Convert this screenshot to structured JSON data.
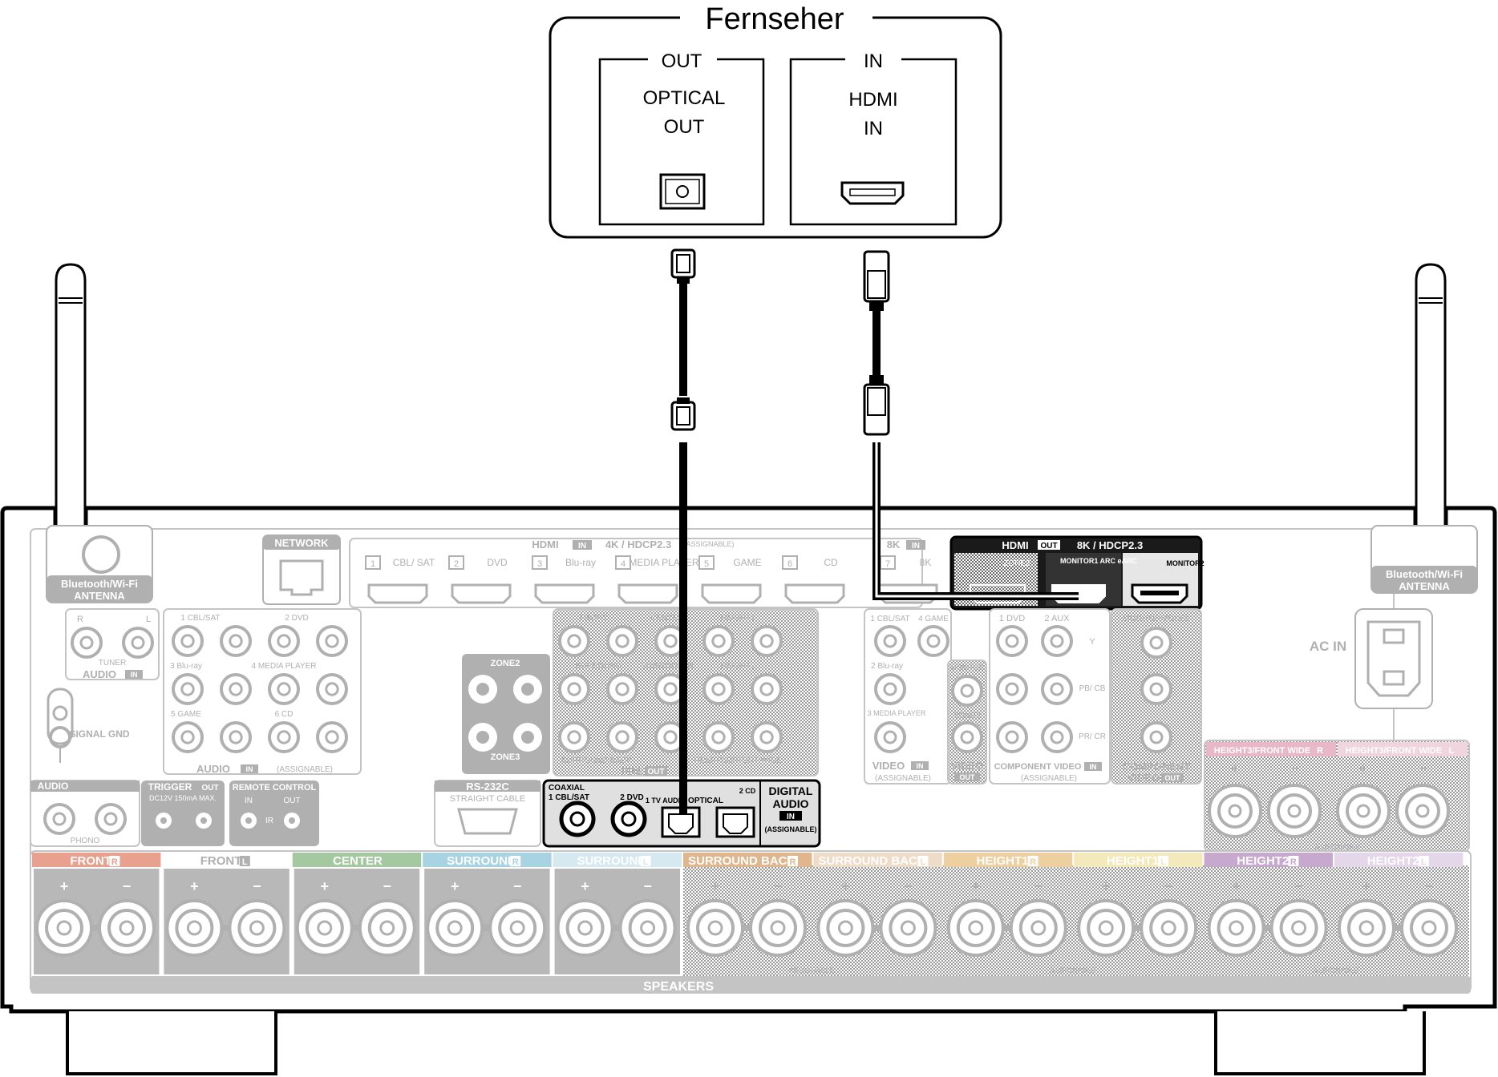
{
  "tv": {
    "title": "Fernseher",
    "out_group": "OUT",
    "in_group": "IN",
    "optical_line1": "OPTICAL",
    "optical_line2": "OUT",
    "hdmi_line1": "HDMI",
    "hdmi_line2": "IN"
  },
  "receiver": {
    "antenna_label_line1": "Bluetooth/Wi-Fi",
    "antenna_label_line2": "ANTENNA",
    "network": "NETWORK",
    "hdmi_in_header": "HDMI",
    "hdmi_in_badge": "IN",
    "hdmi_in_spec": "4K / HDCP2.3",
    "hdmi_in_assignable": "(ASSIGNABLE)",
    "hdmi_inputs": [
      {
        "num": "1",
        "name": "CBL/ SAT"
      },
      {
        "num": "2",
        "name": "DVD"
      },
      {
        "num": "3",
        "name": "Blu-ray"
      },
      {
        "num": "4",
        "name": "MEDIA PLAYER"
      },
      {
        "num": "5",
        "name": "GAME"
      },
      {
        "num": "6",
        "name": "CD"
      }
    ],
    "hdmi_8k_header": "8K",
    "hdmi_8k_badge": "IN",
    "hdmi_8k_input": {
      "num": "7",
      "name": "8K"
    },
    "hdmi_out_header": "HDMI",
    "hdmi_out_badge": "OUT",
    "hdmi_out_spec": "8K / HDCP2.3",
    "monitor1_label": "MONITOR1 ARC eARC",
    "monitor2_label": "MONITOR2",
    "zone2_label": "ZONE2",
    "ac_in": "AC IN",
    "tuner": "TUNER",
    "audio_in": "AUDIO",
    "audio_in_badge": "IN",
    "audio_inputs": [
      "1 CBL/SAT",
      "2 DVD",
      "3 Blu-ray",
      "4 MEDIA PLAYER",
      "5 GAME",
      "6 CD"
    ],
    "audio_assignable": "(ASSIGNABLE)",
    "signal_gnd": "SIGNAL GND",
    "phono_audio": "AUDIO",
    "phono": "PHONO",
    "trigger": "TRIGGER",
    "trigger_badge": "OUT",
    "trigger_spec": "DC12V 150mA MAX.",
    "remote_control": "REMOTE CONTROL",
    "remote_in": "IN",
    "remote_out": "OUT",
    "remote_ir": "IR",
    "zone2_rca": "ZONE2",
    "zone3_rca": "ZONE3",
    "preout_labels": [
      "FRONT",
      "CENTER",
      "HEIGHT1",
      "SURROUND",
      "SUBWOOFER",
      "HEIGHT2",
      "SURROUND BACK",
      "HEIGHT3/FRONT WIDE"
    ],
    "pre_out": "PRE",
    "pre_out_badge": "OUT",
    "rs232c": "RS-232C",
    "straight_cable": "STRAIGHT CABLE",
    "digital": {
      "coaxial": "COAXIAL",
      "coax1": "1 CBL/SAT",
      "coax2": "2 DVD",
      "tv_audio": "1 TV AUDIO",
      "optical": "OPTICAL",
      "cd": "2 CD",
      "title_line1": "DIGITAL",
      "title_line2": "AUDIO",
      "badge": "IN",
      "assignable": "(ASSIGNABLE)"
    },
    "video_inputs": [
      "1 CBL/SAT",
      "4 GAME",
      "2 Blu-ray",
      "3 MEDIA PLAYER"
    ],
    "video_in": "VIDEO",
    "video_in_badge": "IN",
    "video_assignable": "(ASSIGNABLE)",
    "monitor_small": "MONITOR",
    "zone2_small": "ZONE2",
    "video_out": "VIDEO",
    "video_out_badge": "OUT",
    "component_inputs": [
      "1 DVD",
      "2 AUX"
    ],
    "component_y": "Y",
    "component_pb": "PB/ CB",
    "component_pr": "PR/ CR",
    "component_video_in": "COMPONENT VIDEO",
    "component_video_badge": "IN",
    "component_assignable": "(ASSIGNABLE)",
    "component_out_header": "MONITOR/ZONE2",
    "component_out_line1": "COMPONENT",
    "component_out_line2": "VIDEO",
    "component_out_badge": "OUT",
    "speakers_title": "SPEAKERS",
    "speaker_channels": [
      {
        "name": "FRONT",
        "side": "R",
        "color": "#e9a18f"
      },
      {
        "name": "FRONT",
        "side": "L",
        "color": "#ffffff"
      },
      {
        "name": "CENTER",
        "side": "",
        "color": "#a4c9a0"
      },
      {
        "name": "SURROUND",
        "side": "R",
        "color": "#a7d3e3"
      },
      {
        "name": "SURROUND",
        "side": "L",
        "color": "#d6e9f1"
      },
      {
        "name": "SURROUND BACK",
        "side": "R",
        "color": "#e0b68d"
      },
      {
        "name": "SURROUND BACK",
        "side": "L",
        "color": "#efdcc8"
      },
      {
        "name": "HEIGHT1",
        "side": "R",
        "color": "#edcfa0"
      },
      {
        "name": "HEIGHT1",
        "side": "L",
        "color": "#f4e9ba"
      },
      {
        "name": "HEIGHT2",
        "side": "R",
        "color": "#c7a9cf"
      },
      {
        "name": "HEIGHT2",
        "side": "L",
        "color": "#e4d7e9"
      }
    ],
    "height3_r": "HEIGHT3/FRONT WIDE",
    "height3_r_side": "R",
    "height3_l": "HEIGHT3/FRONT WIDE",
    "height3_l_side": "L",
    "assignable": "ASSIGNABLE",
    "plus": "+",
    "minus": "−"
  },
  "colors": {
    "ink": "#000000",
    "panel_grey": "#b0b0b0",
    "hdmi_out_panel": "#1a1a1a"
  }
}
